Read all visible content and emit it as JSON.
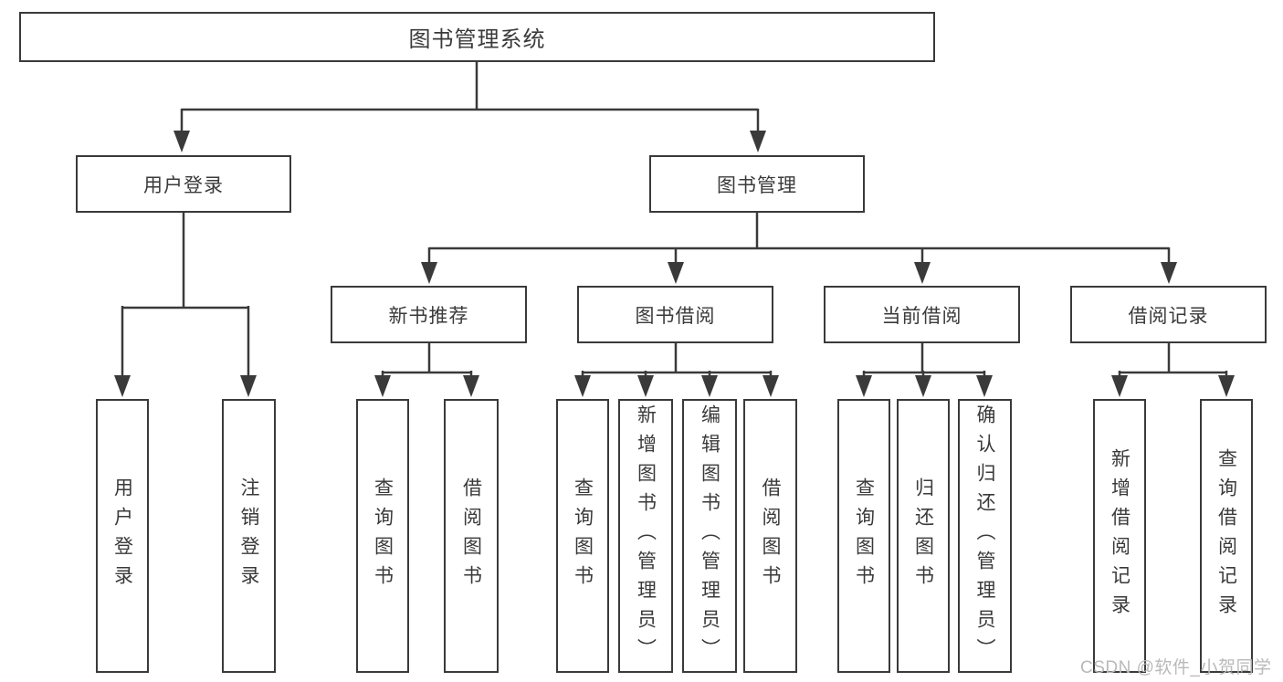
{
  "diagram_type": "hierarchy-tree",
  "colors": {
    "line": "#3a3a3a",
    "text": "#3a3a3a",
    "background": "#ffffff",
    "watermark": "#b9b9b9"
  },
  "tree": {
    "label": "图书管理系统",
    "children": [
      {
        "label": "用户登录",
        "children": [
          {
            "label": "用户登录"
          },
          {
            "label": "注销登录"
          }
        ]
      },
      {
        "label": "图书管理",
        "children": [
          {
            "label": "新书推荐",
            "children": [
              {
                "label": "查询图书"
              },
              {
                "label": "借阅图书"
              }
            ]
          },
          {
            "label": "图书借阅",
            "children": [
              {
                "label": "查询图书"
              },
              {
                "label": "新增图书（管理员）"
              },
              {
                "label": "编辑图书（管理员）"
              },
              {
                "label": "借阅图书"
              }
            ]
          },
          {
            "label": "当前借阅",
            "children": [
              {
                "label": "查询图书"
              },
              {
                "label": "归还图书"
              },
              {
                "label": "确认归还（管理员）"
              }
            ]
          },
          {
            "label": "借阅记录",
            "children": [
              {
                "label": "新增借阅记录"
              },
              {
                "label": "查询借阅记录"
              }
            ]
          }
        ]
      }
    ]
  },
  "watermark": {
    "text": "CSDN @软件_小贺同学"
  }
}
